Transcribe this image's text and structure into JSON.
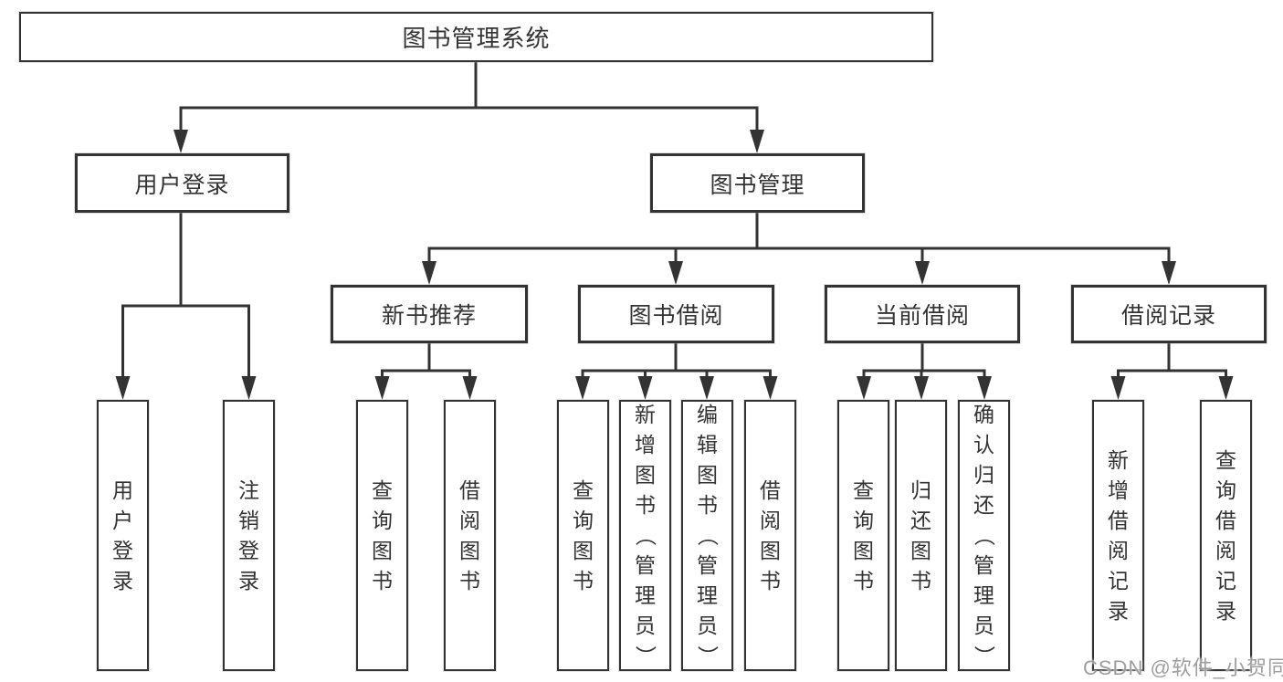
{
  "diagram": {
    "root": {
      "label": "图书管理系统"
    },
    "branches": [
      {
        "label": "用户登录",
        "children": [
          {
            "label": "用户登录"
          },
          {
            "label": "注销登录"
          }
        ]
      },
      {
        "label": "图书管理",
        "children": [
          {
            "label": "新书推荐",
            "children": [
              {
                "label": "查询图书"
              },
              {
                "label": "借阅图书"
              }
            ]
          },
          {
            "label": "图书借阅",
            "children": [
              {
                "label": "查询图书"
              },
              {
                "label": "新增图书（管理员）"
              },
              {
                "label": "编辑图书（管理员）"
              },
              {
                "label": "借阅图书"
              }
            ]
          },
          {
            "label": "当前借阅",
            "children": [
              {
                "label": "查询图书"
              },
              {
                "label": "归还图书"
              },
              {
                "label": "确认归还（管理员）"
              }
            ]
          },
          {
            "label": "借阅记录",
            "children": [
              {
                "label": "新增借阅记录"
              },
              {
                "label": "查询借阅记录"
              }
            ]
          }
        ]
      }
    ]
  },
  "watermark": {
    "text": "CSDN @软件_小贺同学"
  },
  "colors": {
    "line": "#333333",
    "text": "#333333",
    "box_background": "#ffffff",
    "page_background": "#ffffff",
    "watermark": "#9e9e9e"
  }
}
